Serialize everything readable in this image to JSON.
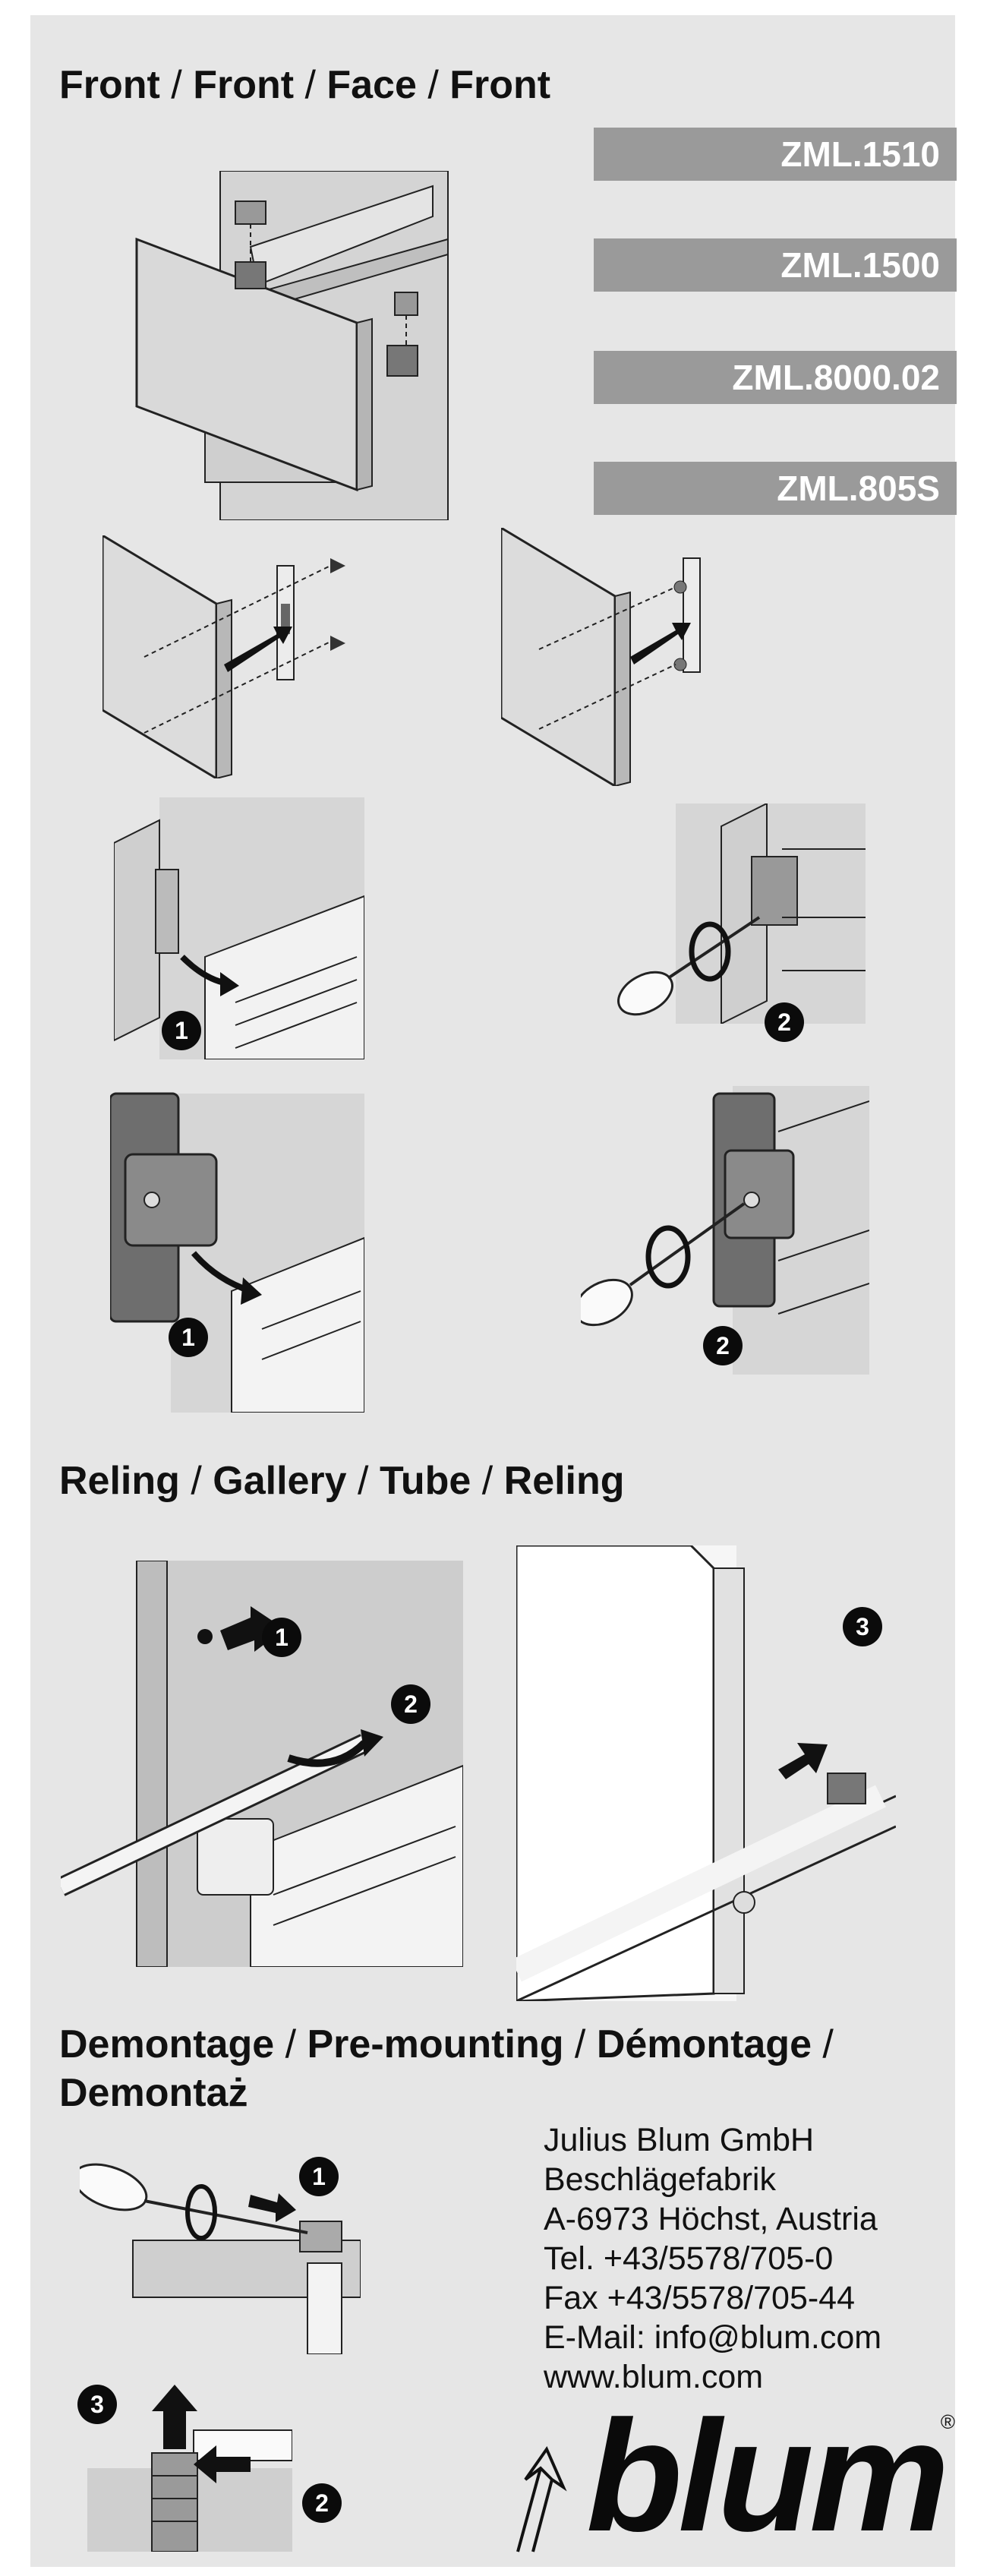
{
  "sections": {
    "front": {
      "parts": [
        "Front",
        "Front",
        "Face",
        "Front"
      ],
      "sep": " / "
    },
    "reling": {
      "parts": [
        "Reling",
        "Gallery",
        "Tube",
        "Reling"
      ],
      "sep": " / "
    },
    "demontage": {
      "line1_parts": [
        "Demontage",
        "Pre-mounting",
        "Démontage"
      ],
      "line1_tail": " /",
      "line2": "Demontaż",
      "sep": " / "
    }
  },
  "codes": [
    "ZML.1510",
    "ZML.1500",
    "ZML.8000.02",
    "ZML.805S"
  ],
  "step_badges": [
    "1",
    "2",
    "1",
    "2",
    "1",
    "2",
    "3",
    "1",
    "3",
    "2"
  ],
  "address": {
    "line1": "Julius Blum GmbH",
    "line2": "Beschlägefabrik",
    "line3": "A-6973 Höchst, Austria",
    "line4": "Tel. +43/5578/705-0",
    "line5": "Fax +43/5578/705-44",
    "line6": "E-Mail: info@blum.com",
    "line7": "www.blum.com"
  },
  "logo": {
    "text": "blum",
    "registered": "®"
  },
  "colors": {
    "sheet": "#e6e6e6",
    "code_bar": "#9a9a9a",
    "ink": "#111111",
    "panel": "#cfcfcf"
  }
}
